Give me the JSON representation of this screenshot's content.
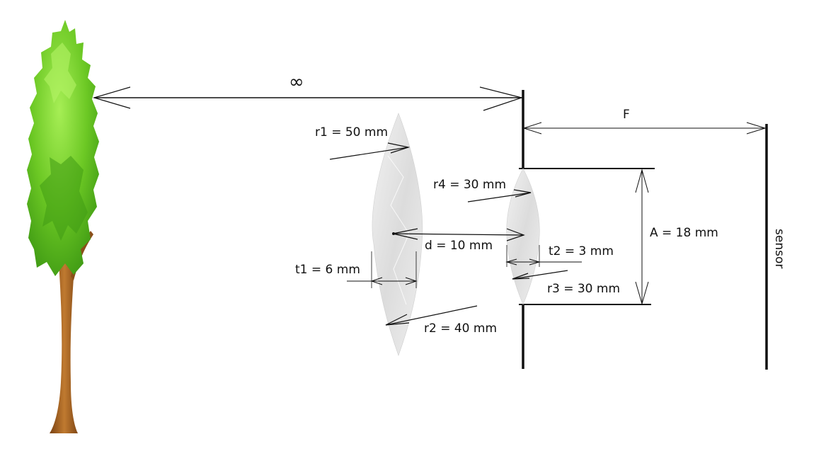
{
  "labels": {
    "infinity": "∞",
    "focal": "F",
    "r1": "r1 = 50 mm",
    "r2": "r2 = 40 mm",
    "r3": "r3 = 30 mm",
    "r4": "r4 = 30 mm",
    "t1": "t1 = 6 mm",
    "t2": "t2 = 3 mm",
    "d": "d = 10 mm",
    "aperture": "A = 18 mm",
    "sensor": "sensor"
  },
  "colors": {
    "foliage_light": "#8fe03a",
    "foliage_mid": "#63c21d",
    "foliage_dark": "#3f9a14",
    "trunk": "#a8621f",
    "trunk_dark": "#7a4212",
    "lens_fill": "#e6e6e6",
    "ink": "#111111"
  }
}
